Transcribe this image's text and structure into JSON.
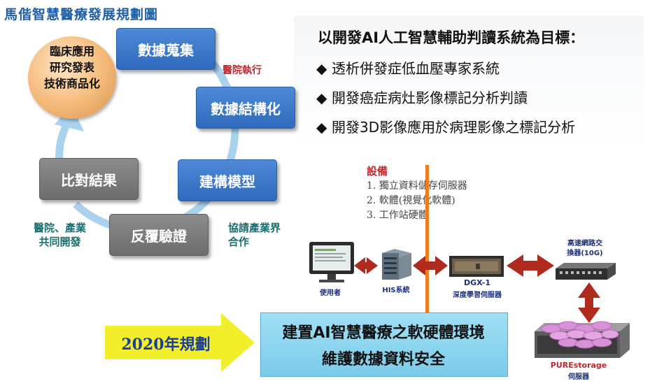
{
  "title": "馬偕智慧醫療發展規劃圖",
  "cycle": {
    "sphere_lines": [
      "臨床應用",
      "研究發表",
      "技術商品化"
    ],
    "data_collect": "數據蒐集",
    "data_struct": "數據結構化",
    "build_model": "建構模型",
    "repeat_verify": "反覆驗證",
    "compare_result": "比對結果",
    "note_hospital_exec": "醫院執行",
    "note_industry_lines": [
      "協請產業界",
      "合作"
    ],
    "note_joint_lines": [
      "醫院、產業",
      "共同開發"
    ]
  },
  "goals": {
    "heading": "以開發AI人工智慧輔助判讀系統為目標：",
    "bullet": "◆",
    "items": [
      "透析併發症低血壓專家系統",
      "開發癌症病灶影像標記分析判讀",
      "開發3D影像應用於病理影像之標記分析"
    ]
  },
  "equipment": {
    "title": "設備",
    "items": [
      "1. 獨立資料儲存伺服器",
      "2. 軟體(視覺化軟體)",
      "3. 工作站硬體"
    ]
  },
  "devices": {
    "user": "使用者",
    "his": "HIS系統",
    "dgx_name": "DGX-1",
    "dgx_desc": "深度學習伺服器",
    "switch_lines": [
      "高速網路交",
      "換器(10G)"
    ],
    "storage_name": "PUREstorage",
    "storage_desc": "伺服器"
  },
  "plan": {
    "year": "2020年規劃",
    "line1": "建置AI智慧醫療之軟硬體環境",
    "line2": "維護數據資料安全"
  },
  "colors": {
    "title_blue": "#1f5fa8",
    "box_blue": "#3a78cc",
    "box_gray": "#777777",
    "cycle_arrow": "#a8d2ee",
    "red_arrow": "#b02a1e",
    "orange_line": "#f07a1e",
    "yellow_arrow": "#f2ef2a",
    "plan_box": "#8fd6ef"
  }
}
